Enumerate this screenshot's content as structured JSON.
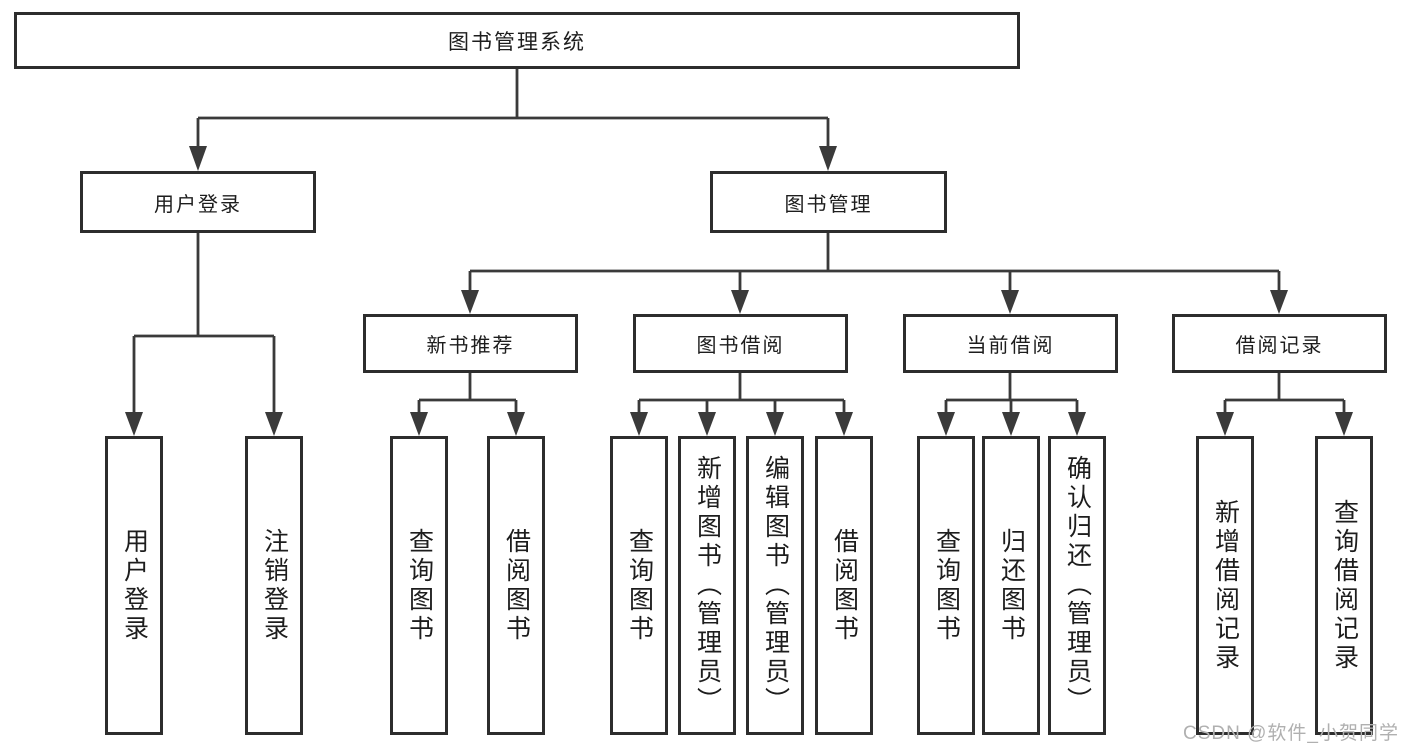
{
  "diagram": {
    "root": "图书管理系统",
    "children": [
      {
        "label": "用户登录",
        "children": [
          "用户登录",
          "注销登录"
        ]
      },
      {
        "label": "图书管理",
        "children": [
          {
            "label": "新书推荐",
            "children": [
              "查询图书",
              "借阅图书"
            ]
          },
          {
            "label": "图书借阅",
            "children": [
              "查询图书",
              "新增图书（管理员）",
              "编辑图书（管理员）",
              "借阅图书"
            ]
          },
          {
            "label": "当前借阅",
            "children": [
              "查询图书",
              "归还图书",
              "确认归还（管理员）"
            ]
          },
          {
            "label": "借阅记录",
            "children": [
              "新增借阅记录",
              "查询借阅记录"
            ]
          }
        ]
      }
    ]
  },
  "watermark": {
    "text": "CSDN @软件_小贺同学"
  },
  "colors": {
    "line": "#3a3a3a",
    "box_border": "#2d2d2d",
    "text": "#1d1d1d",
    "background": "#ffffff",
    "watermark": "#b0b0b0"
  }
}
